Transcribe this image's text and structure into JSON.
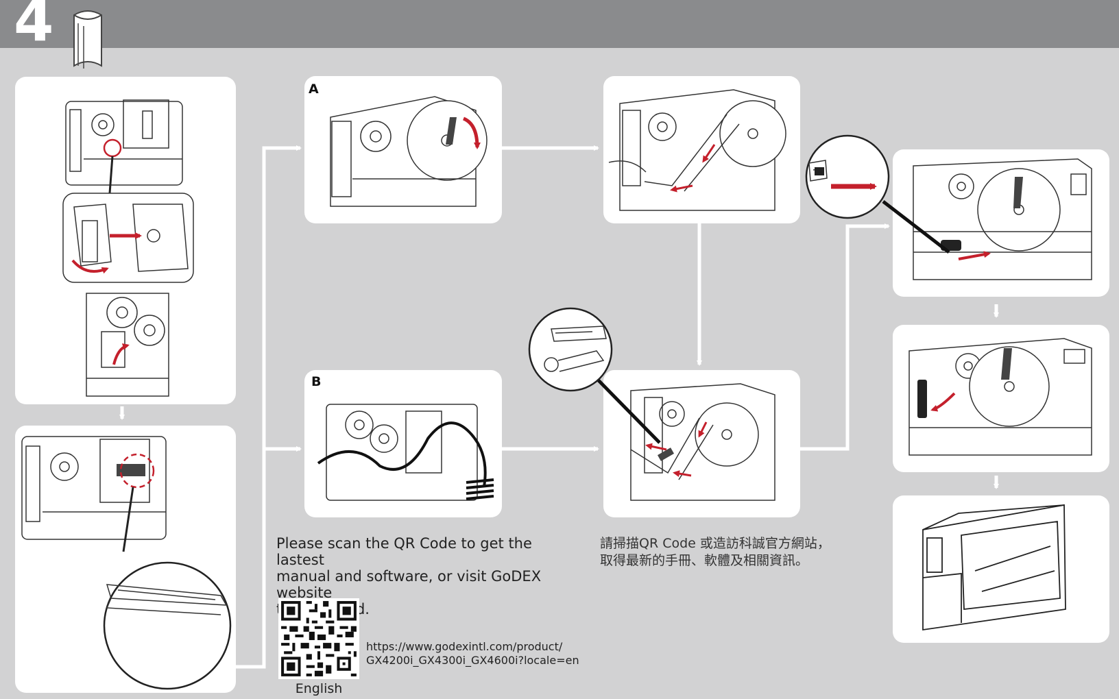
{
  "header": {
    "step_number": "4",
    "step_icon": "label-roll-icon",
    "banner_color": "#8a8b8d"
  },
  "panels": {
    "a_label": "A",
    "b_label": "B"
  },
  "notes": {
    "english_line1": "Please scan the QR Code to get the lastest",
    "english_line2": "manual and software, or visit GoDEX website",
    "english_line3": "to download.",
    "chinese_line1": "請掃描QR Code 或造訪科誠官方網站，",
    "chinese_line2": "取得最新的手冊、軟體及相關資訊。"
  },
  "qr": {
    "url_line1": "https://www.godexintl.com/product/",
    "url_line2": "GX4200i_GX4300i_GX4600i?locale=en",
    "language_label": "English"
  },
  "colors": {
    "accent_red": "#c4202c",
    "background": "#d2d2d3",
    "panel": "#ffffff",
    "line_art": "#333333"
  }
}
